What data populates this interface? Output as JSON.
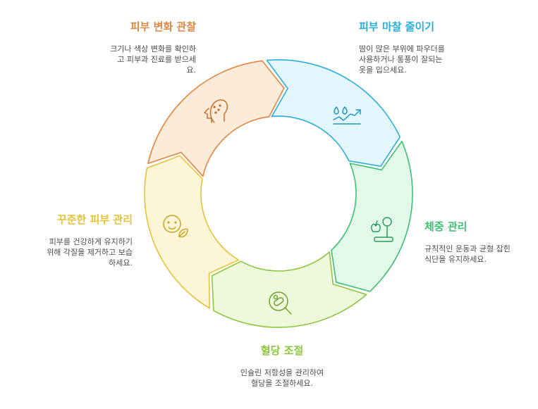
{
  "colors": {
    "orange": "#e0863f",
    "blue": "#2aaed9",
    "green": "#3fbf73",
    "lime": "#8cc63f",
    "yellow": "#e6c23a"
  },
  "segments": [
    {
      "id": "observe",
      "title": "피부 변화 관찰",
      "desc_lines": [
        "크기나 색상 변화를 확인하",
        "고 피부과 진료를 받으세",
        "요."
      ],
      "icon": "face-spots-icon",
      "color": "#e0863f",
      "fill": "#fdebd9"
    },
    {
      "id": "friction",
      "title": "피부 마찰 줄이기",
      "desc_lines": [
        "땀이 많은 부위에 파우더를",
        "사용하거나 통풍이 잘되는",
        "옷을 입으세요."
      ],
      "icon": "sweat-drops-icon",
      "color": "#2aaed9",
      "fill": "#e4f6fd"
    },
    {
      "id": "weight",
      "title": "체중 관리",
      "desc_lines": [
        "규칙적인 운동과 균형 잡힌",
        "식단을 유지하세요."
      ],
      "icon": "scale-apple-icon",
      "color": "#3fbf73",
      "fill": "#e2f9ea"
    },
    {
      "id": "sugar",
      "title": "혈당 조절",
      "desc_lines": [
        "인슐린 저항성을 관리하여",
        "혈당을 조절하세요."
      ],
      "icon": "pill-search-icon",
      "color": "#8cc63f",
      "fill": "#eef9dc"
    },
    {
      "id": "care",
      "title": "꾸준한 피부 관리",
      "desc_lines": [
        "피부를 건강하게 유지하기",
        "위해 각질을 제거하고 보습",
        "하세요."
      ],
      "icon": "face-leaf-icon",
      "color": "#e6c23a",
      "fill": "#fdf6d6"
    }
  ]
}
